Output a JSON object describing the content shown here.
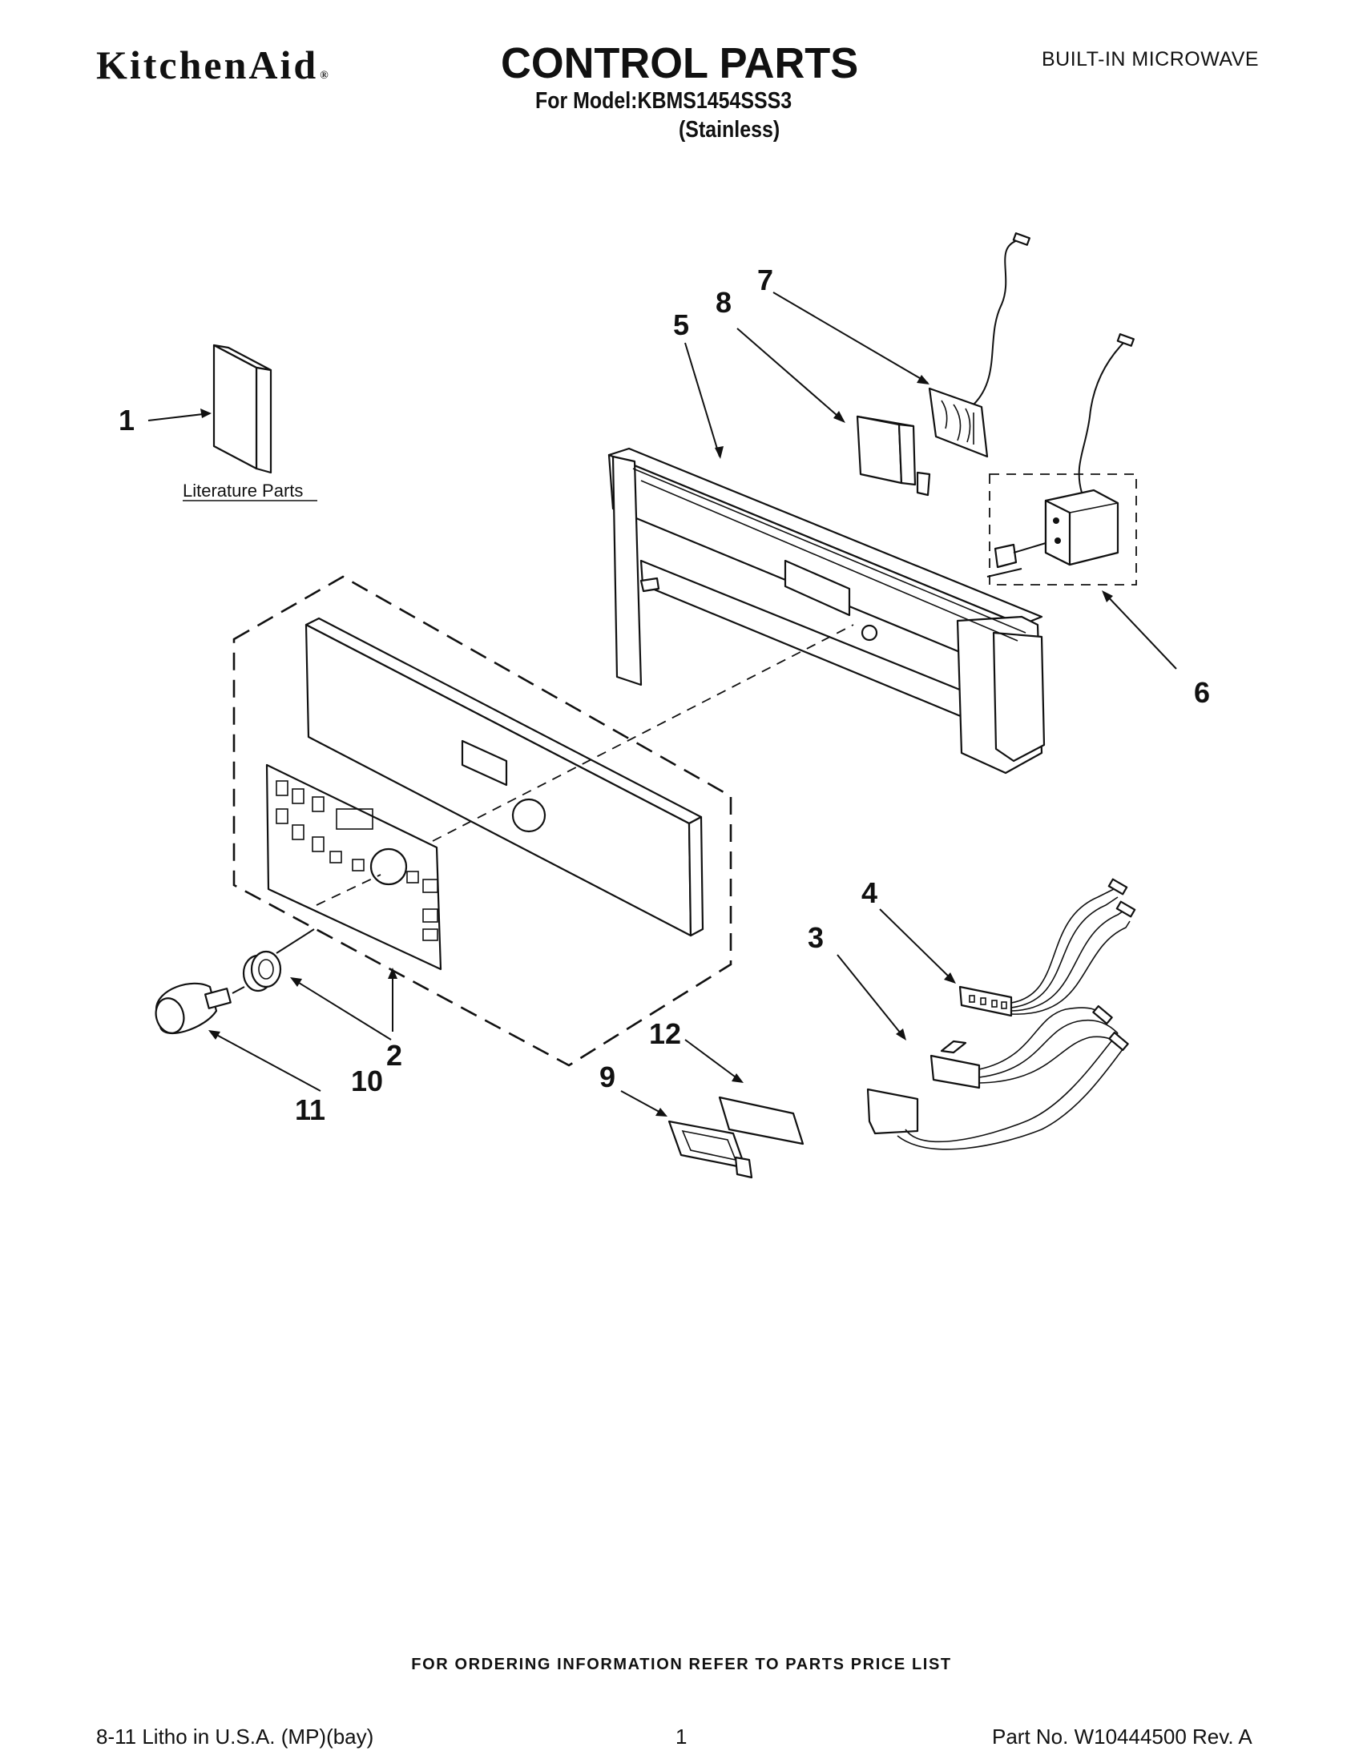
{
  "header": {
    "brand": "KitchenAid",
    "brand_mark": "®",
    "title": "CONTROL PARTS",
    "category": "BUILT-IN MICROWAVE",
    "model_line": "For Model:KBMS1454SSS3",
    "finish_line": "(Stainless)"
  },
  "diagram": {
    "literature_label": "Literature Parts",
    "callouts": [
      "1",
      "2",
      "3",
      "4",
      "5",
      "6",
      "7",
      "8",
      "9",
      "10",
      "11",
      "12"
    ]
  },
  "footer": {
    "ordering_note": "FOR ORDERING INFORMATION REFER TO PARTS PRICE LIST",
    "litho": "8-11 Litho in U.S.A. (MP)(bay)",
    "page_number": "1",
    "part_number": "Part No. W10444500 Rev. A"
  }
}
